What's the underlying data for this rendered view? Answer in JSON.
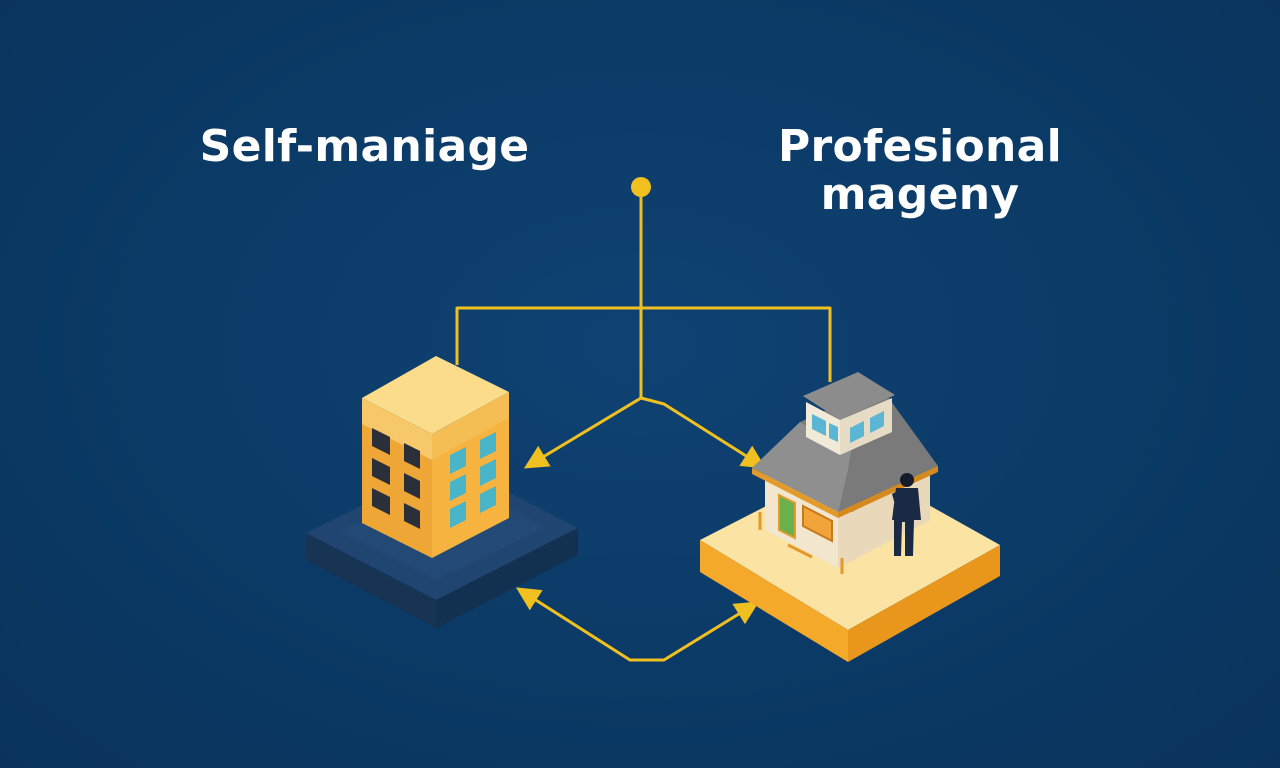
{
  "labels": {
    "left": "Self-maniage",
    "right_line1": "Profesional",
    "right_line2": "mageny"
  },
  "colors": {
    "background": "#0b3a66",
    "connector": "#f0c020",
    "text": "#ffffff",
    "building": "#f2a93b",
    "platform_dark": "#1c3f66",
    "platform_light": "#fbe3a3",
    "roof": "#8a8a8a"
  },
  "icons": {
    "left": "apartment-building-icon",
    "right": "house-with-person-icon"
  }
}
